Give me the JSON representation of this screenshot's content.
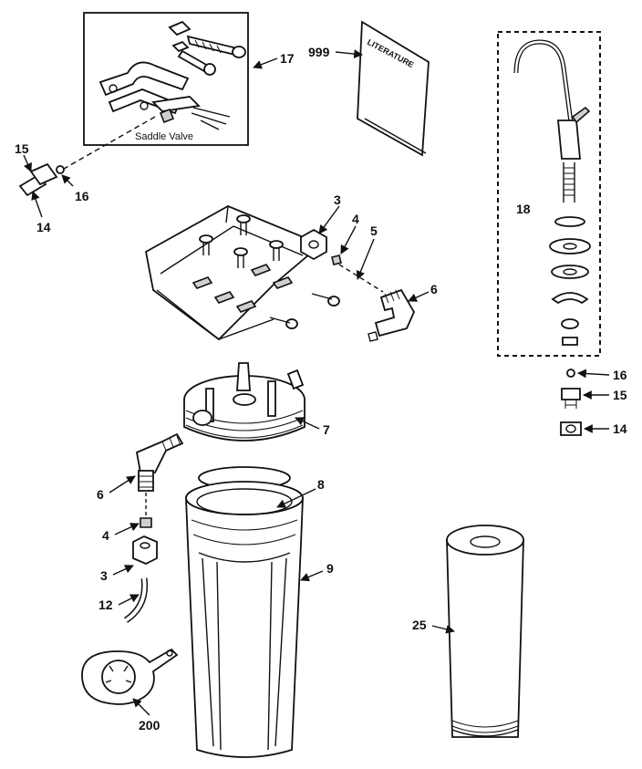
{
  "labels": {
    "l17": "17",
    "l999": "999",
    "l15a": "15",
    "l16a": "16",
    "l14a": "14",
    "l3a": "3",
    "l4a": "4",
    "l5": "5",
    "l6a": "6",
    "l18": "18",
    "l16b": "16",
    "l15b": "15",
    "l14b": "14",
    "l7": "7",
    "l8": "8",
    "l6b": "6",
    "l4b": "4",
    "l3b": "3",
    "l12": "12",
    "l9": "9",
    "l25": "25",
    "l200": "200"
  },
  "captions": {
    "saddle_valve": "Saddle Valve",
    "literature": "LITERATURE"
  }
}
